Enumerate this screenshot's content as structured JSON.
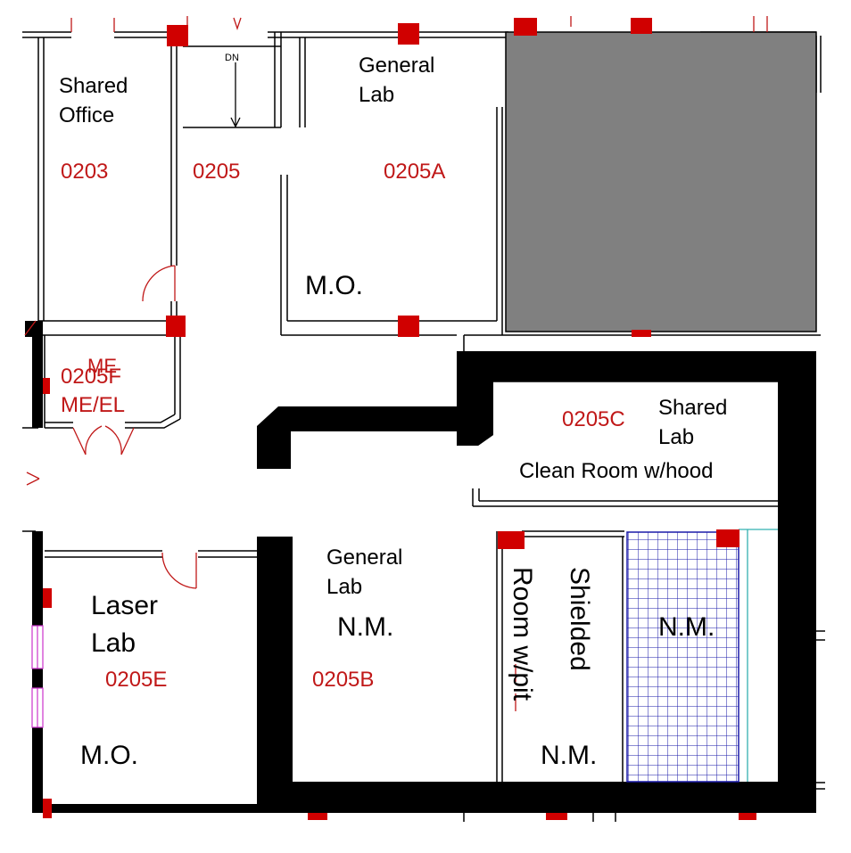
{
  "colors": {
    "wall": "#000000",
    "room_number": "#c01818",
    "column": "#d00000",
    "shaded_block": "#808080",
    "tile_grid": "#1a1aa8",
    "door_swing": "#c01818",
    "window": "#cc33cc",
    "cyan_line": "#33b0b0"
  },
  "rooms": {
    "shared_office": {
      "line1": "Shared",
      "line2": "Office",
      "number": "0203"
    },
    "corridor_0205": {
      "number": "0205",
      "stair_label": "DN"
    },
    "general_lab_a": {
      "line1": "General",
      "line2": "Lab",
      "number": "0205A",
      "use": "M.O."
    },
    "mech_elec": {
      "number": "0205F",
      "line1": "ME",
      "line2": "ME/EL"
    },
    "shared_lab_c": {
      "number": "0205C",
      "line1": "Shared",
      "line2": "Lab",
      "line3": "Clean Room w/hood"
    },
    "laser_lab": {
      "line1": "Laser",
      "line2": "Lab",
      "number": "0205E",
      "use": "M.O."
    },
    "general_lab_b": {
      "line1": "General",
      "line2": "Lab",
      "use": "N.M.",
      "number": "0205B"
    },
    "shielded_room": {
      "line1": "Shielded",
      "line2": "Room w/pit",
      "use": "N.M."
    },
    "tiled_area": {
      "use": "N.M."
    }
  },
  "icons": {
    "door_swing": "door-swing-icon",
    "column": "column-marker-icon",
    "stair_arrow": "stair-arrow-icon"
  }
}
